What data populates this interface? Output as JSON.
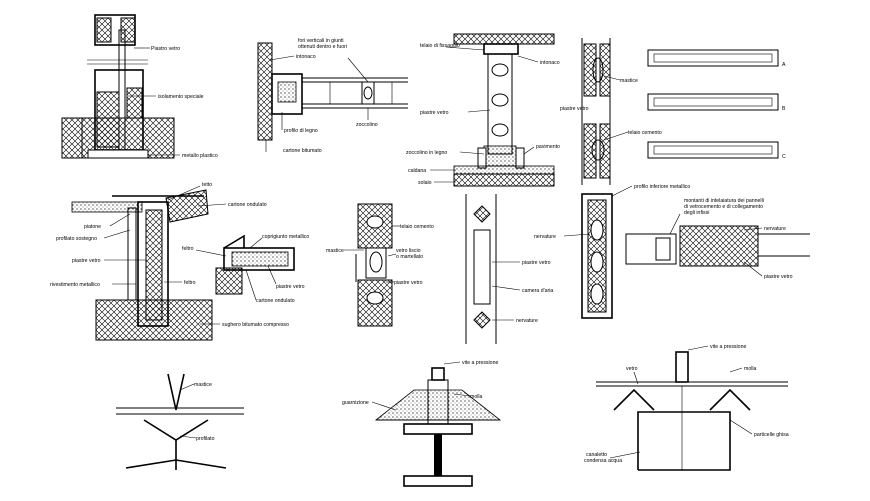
{
  "labels": {
    "d1_pietra_vetro": "Piastro vetro",
    "d1_isolamento": "isolamento speciale",
    "d1_metallo": "metallo plastico",
    "d2_fori": "fori verticali in giunti",
    "d2_ottenuti": "ottenuti dentro e fuori",
    "d2_intonaco": "intonaco",
    "d2_zoccolino": "zoccolino",
    "d2_profilo_legno": "profilo di legno",
    "d2_cartone": "cartone bitumato",
    "d3_telaio": "telaio di fissaggio",
    "d3_intonaco": "intonaco",
    "d3_piastre": "piastre vetro",
    "d3_zoccolino": "zoccolino in legno",
    "d3_pavimento": "pavimento",
    "d3_caldana": "caldana",
    "d3_solaio": "solaio",
    "d4_mastice": "mastice",
    "d4_piastre": "piastre vetro",
    "d4_telaio": "telaio cemento",
    "d4_a": "A",
    "d4_b": "B",
    "d4_c": "C",
    "d5_tetto": "tetto",
    "d5_cartone": "cartone ondulato",
    "d5_piatone": "piatone",
    "d5_profilato": "profilato sostegno",
    "d5_piastre": "piastre vetro",
    "d5_rivestimento": "rivestimento metallico",
    "d5_feltro": "feltro",
    "d5_sughero": "sughero bitumato compresso",
    "d6_coprigiunto": "coprigiunto metallico",
    "d6_feltro": "feltro",
    "d6_piastre": "piastre vetro",
    "d6_cartone": "cartone ondulato",
    "d7_telaio": "telaio cemento",
    "d7_mastice": "mastice",
    "d7_vetro": "vetro liscio",
    "d7_martellato": "o martellato",
    "d7_piastre": "piastre vetro",
    "d8_piastre": "piastre vetro",
    "d8_camera": "camera d'aria",
    "d8_nervature": "nervature",
    "d9_profilo": "profilo inferiore metallico",
    "d9_montanti": "montanti di intelaiatura dei pannelli",
    "d9_montanti2": "di vetrocemento e di collegamento",
    "d9_infissi": "degli infissi",
    "d9_nervature": "nervature",
    "d9_serveturali": "nervature",
    "d9_piastre": "piastre vetro",
    "d10_mastice": "mastice",
    "d10_profilato": "profilato",
    "d11_vite": "vite a pressione",
    "d11_molla": "molla",
    "d11_guarnizione": "guarnizione",
    "d12_vetro": "vetro",
    "d12_vite": "vite a pressione",
    "d12_molla": "molla",
    "d12_particelle": "particelle ghisa",
    "d12_canaletto": "canaletto",
    "d12_condensa": "condensa acqua"
  },
  "colors": {
    "ink": "#000000",
    "paper": "#ffffff"
  }
}
